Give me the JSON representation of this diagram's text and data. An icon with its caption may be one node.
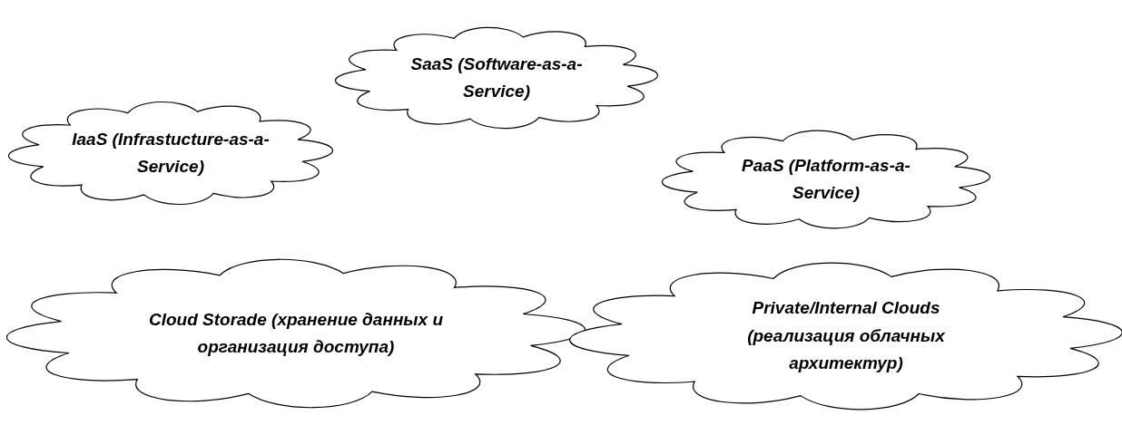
{
  "diagram": {
    "nodes": [
      {
        "text": [
          "SaaS (Software-as-a-Service)"
        ]
      },
      {
        "text": [
          "IaaS (Infrastucture-as-a-Service)"
        ]
      },
      {
        "text": [
          "PaaS (Platform-as-a-Service)"
        ]
      },
      {
        "text": [
          "Cloud Storade (хранение данных и организация доступа)"
        ]
      },
      {
        "text": [
          "Private/Internal Clouds (реализация облачных архитектур)"
        ]
      }
    ]
  }
}
